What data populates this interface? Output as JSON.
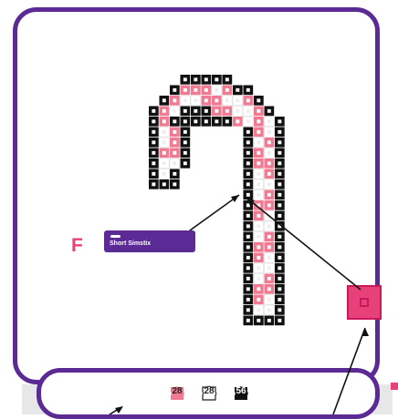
{
  "legend": {
    "letter": "F",
    "label": "Short Simstix"
  },
  "counts": [
    {
      "value": "28",
      "color": "#f07a92",
      "style": "filled"
    },
    {
      "value": "28",
      "color": "#ffffff",
      "style": "outline"
    },
    {
      "value": "56",
      "color": "#111111",
      "style": "filled"
    }
  ],
  "colors": {
    "frame": "#5b2a94",
    "accent": "#e8417a",
    "bead_black": "#111111",
    "bead_pink": "#f07a92",
    "bead_white": "#ffffff"
  },
  "pattern": {
    "subject": "candy-cane",
    "bead_grid": [
      ".....KKKKK.......",
      "....KPPPWPKK.....",
      "...KPWWPPWWPK....",
      "..KPWKKKPPWWPK...",
      "..KPKKKKKKPWPWK..",
      "..KWPK.....KPWK..",
      "..KWPK.....KWPK..",
      "..KPPK.....KPWK..",
      "..KWWK.....KPPK..",
      "..KWK......KWPK..",
      "..KKK......KWWK..",
      "...........KWPK..",
      "...........KPPK..",
      "...........KPWK..",
      "...........KWWK..",
      "...........KWPK..",
      "...........KPPK..",
      "...........KPWK..",
      "...........KWWK..",
      "...........KWPK..",
      "...........KPPK..",
      "...........KPWK..",
      "...........KWWK..",
      "...........KKKK.."
    ]
  }
}
